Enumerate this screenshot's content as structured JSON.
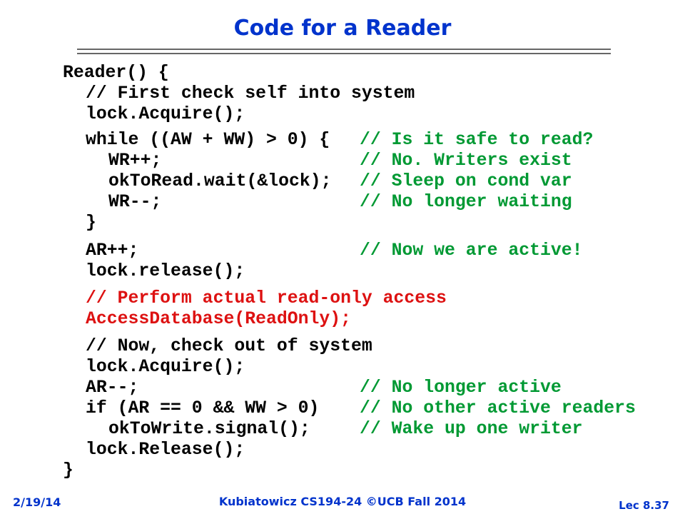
{
  "slide": {
    "title": "Code for a Reader",
    "footer": {
      "date": "2/19/14",
      "course": "Kubiatowicz CS194-24 ©UCB Fall 2014",
      "lecture": "Lec 8.37"
    }
  },
  "code": {
    "line1": "Reader() {",
    "line2": "// First check self into system",
    "line3": "lock.Acquire();",
    "line4": "while ((AW + WW) > 0) {",
    "line4_comment": "// Is it safe to read?",
    "line5": "WR++;",
    "line5_comment": "// No. Writers exist",
    "line6": "okToRead.wait(&lock);",
    "line6_comment": "// Sleep on cond var",
    "line7": "WR--;",
    "line7_comment": "// No longer waiting",
    "line8": "}",
    "line9": "AR++;",
    "line9_comment": "// Now we are active!",
    "line10": "lock.release();",
    "line11": "// Perform actual read-only access",
    "line12": "AccessDatabase(ReadOnly);",
    "line13": "// Now, check out of system",
    "line14": "lock.Acquire();",
    "line15": "AR--;",
    "line15_comment": "// No longer active",
    "line16": "if (AR == 0 && WW > 0)",
    "line16_comment": "// No other active readers",
    "line17": "okToWrite.signal();",
    "line17_comment": "// Wake up one writer",
    "line18": "lock.Release();",
    "line19": "}"
  }
}
